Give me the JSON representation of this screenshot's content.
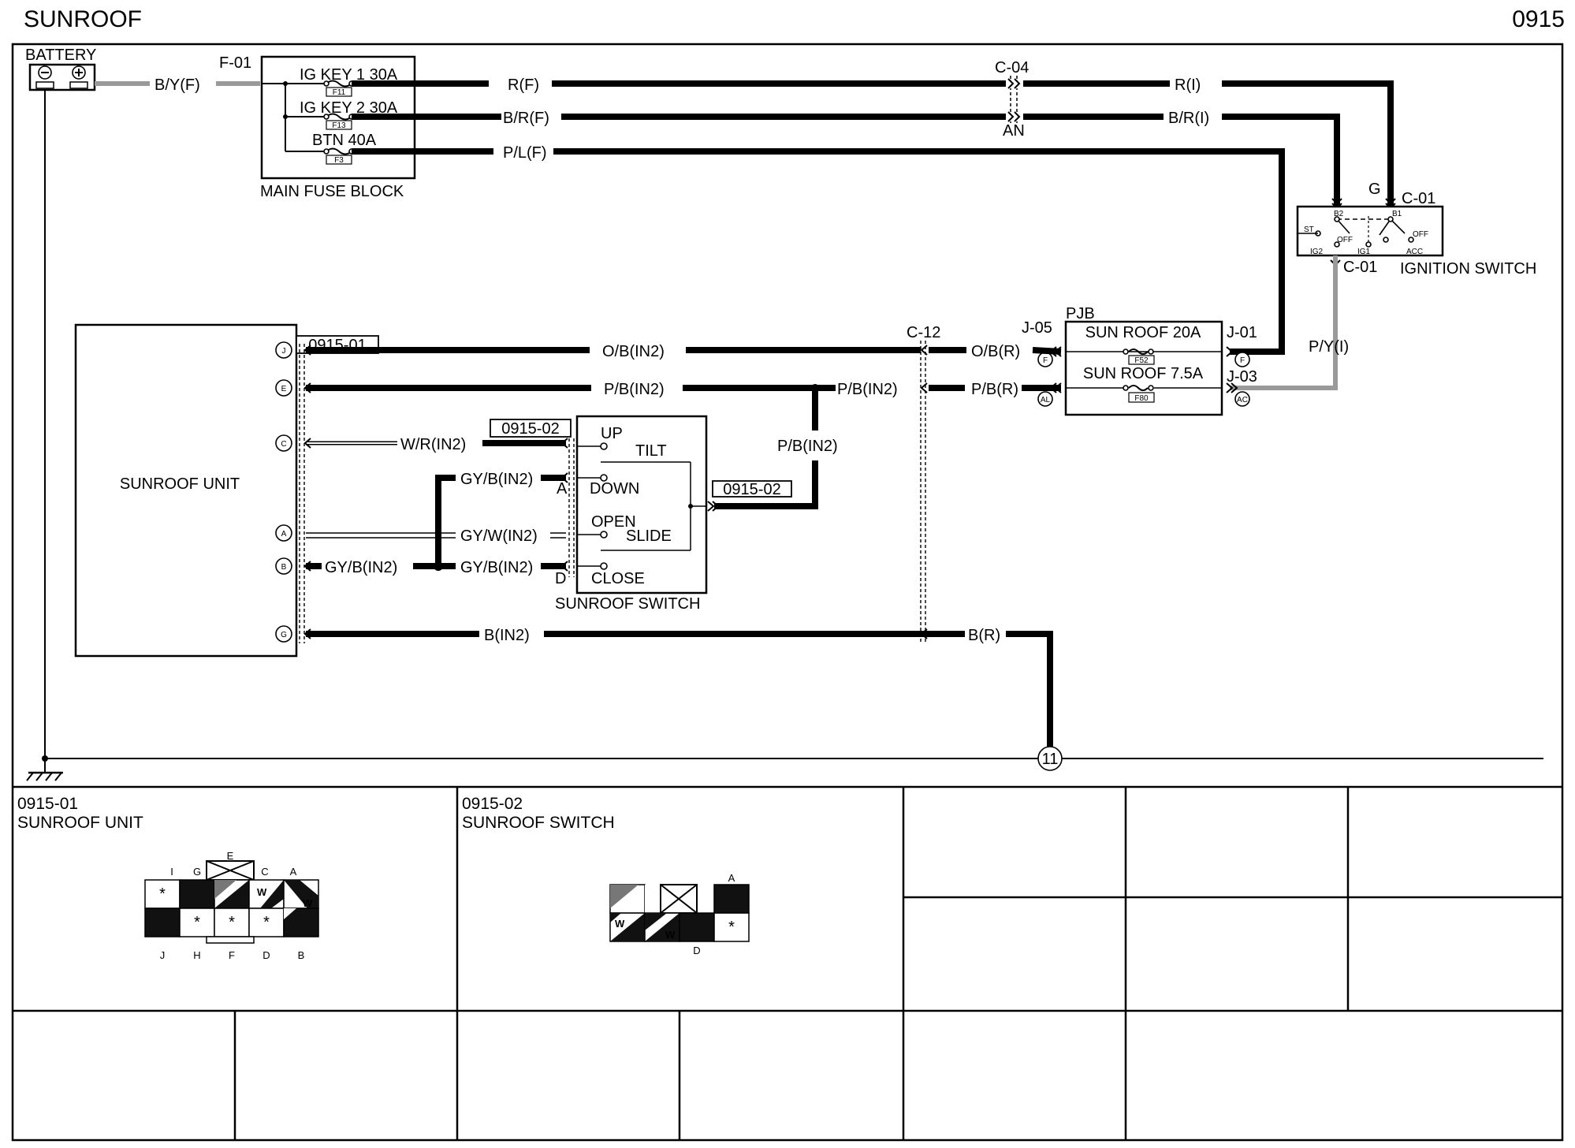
{
  "header": {
    "title": "SUNROOF",
    "page": "0915"
  },
  "battery": {
    "label": "BATTERY",
    "minus": "⊖",
    "plus": "⊕"
  },
  "main_fuse_block": {
    "label": "MAIN FUSE BLOCK",
    "connector": "F-01",
    "fuses": [
      {
        "name": "IG KEY 1 30A",
        "tag": "F11"
      },
      {
        "name": "IG KEY 2 30A",
        "tag": "F13"
      },
      {
        "name": "BTN 40A",
        "tag": "F3"
      }
    ]
  },
  "wires": {
    "battery_out": "B/Y(F)",
    "ig1_out": "R(F)",
    "ig2_out": "B/R(F)",
    "btn_out": "P/L(F)",
    "c04_r": "R(I)",
    "c04_br": "B/R(I)",
    "py": "P/Y(I)",
    "ob_in2": "O/B(IN2)",
    "ob_r": "O/B(R)",
    "pb_in2_a": "P/B(IN2)",
    "pb_in2_b": "P/B(IN2)",
    "pb_in2_c": "P/B(IN2)",
    "pb_r": "P/B(R)",
    "wr_in2": "W/R(IN2)",
    "gyb_in2_a": "GY/B(IN2)",
    "gyw_in2": "GY/W(IN2)",
    "gyb_in2_b": "GY/B(IN2)",
    "gyb_in2_c": "GY/B(IN2)",
    "b_in2": "B(IN2)",
    "b_r": "B(R)"
  },
  "connectors": {
    "c04": "C-04",
    "an": "AN",
    "c01_top": "C-01",
    "c01_bottom": "C-01",
    "g": "G",
    "c12": "C-12",
    "j05": "J-05",
    "j01": "J-01",
    "j03": "J-03",
    "ref_unit": "0915-01",
    "ref_switch_in": "0915-02",
    "ref_switch_out": "0915-02"
  },
  "ignition_switch": {
    "label": "IGNITION SWITCH",
    "terms": [
      "B2",
      "B1",
      "ST",
      "OFF",
      "IG2",
      "IG1",
      "ACC",
      "OFF"
    ]
  },
  "pjb": {
    "label": "PJB",
    "fuses": [
      {
        "name": "SUN ROOF 20A",
        "tag": "F52"
      },
      {
        "name": "SUN ROOF 7.5A",
        "tag": "F80"
      }
    ],
    "pins": [
      "F",
      "AL",
      "F",
      "AC"
    ]
  },
  "sunroof_unit": {
    "label": "SUNROOF UNIT",
    "pins": [
      "J",
      "E",
      "C",
      "A",
      "B",
      "G"
    ]
  },
  "sunroof_switch": {
    "label": "SUNROOF SWITCH",
    "positions": [
      "UP",
      "TILT",
      "DOWN",
      "OPEN",
      "SLIDE",
      "CLOSE"
    ],
    "terms": [
      "A",
      "D"
    ]
  },
  "ground": {
    "id": "11"
  },
  "connector_views": [
    {
      "id": "0915-01",
      "name": "SUNROOF UNIT",
      "top_letters": [
        "I",
        "G",
        "E",
        "C",
        "A"
      ],
      "bottom_letters": [
        "J",
        "H",
        "F",
        "D",
        "B"
      ],
      "cells": [
        "*",
        "B",
        "G",
        "W",
        "B",
        "W",
        "B",
        "*",
        "*",
        "*",
        "B"
      ]
    },
    {
      "id": "0915-02",
      "name": "SUNROOF SWITCH",
      "top_letters": [
        "A"
      ],
      "bottom_letters": [
        "D"
      ],
      "cells": [
        "G",
        "B",
        "W",
        "W",
        "B",
        "*"
      ]
    }
  ]
}
